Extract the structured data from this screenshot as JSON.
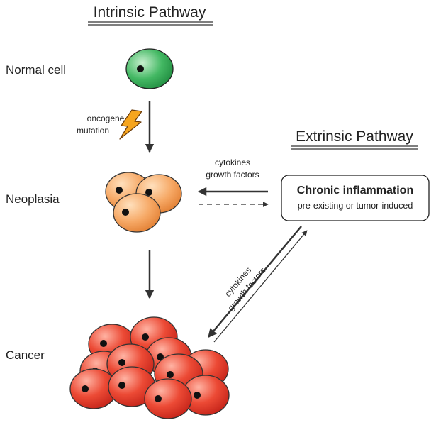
{
  "intrinsic": {
    "title": "Intrinsic Pathway"
  },
  "extrinsic": {
    "title": "Extrinsic Pathway"
  },
  "stages": {
    "normal": "Normal cell",
    "neoplasia": "Neoplasia",
    "cancer": "Cancer"
  },
  "oncogene": {
    "line1": "oncogene",
    "line2": "mutation"
  },
  "signals_top": {
    "line1": "cytokines",
    "line2": "growth factors"
  },
  "signals_diag": {
    "line1": "cytokines",
    "line2": "growth factors"
  },
  "inflammation": {
    "title": "Chronic inflammation",
    "subtitle": "pre-existing or tumor-induced"
  },
  "colors": {
    "normal_cell": "#3db55e",
    "neoplasia_cell": "#f5a463",
    "cancer_cell": "#e23a2c",
    "nucleus": "#111111",
    "bolt": "#f2a21c",
    "arrow": "#333333"
  },
  "icons": {
    "mutation": "lightning-bolt-icon"
  }
}
